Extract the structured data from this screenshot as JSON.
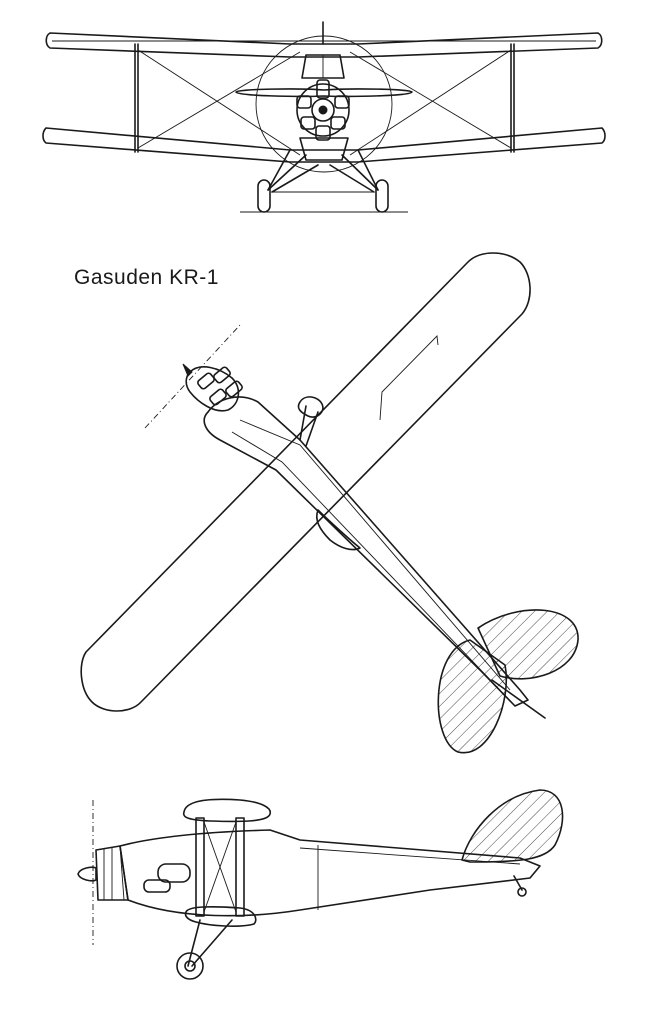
{
  "title": "Gasuden KR-1",
  "views": [
    "front-view",
    "top-view",
    "side-view"
  ],
  "colors": {
    "ink": "#1a1a1a",
    "paper": "#ffffff"
  }
}
